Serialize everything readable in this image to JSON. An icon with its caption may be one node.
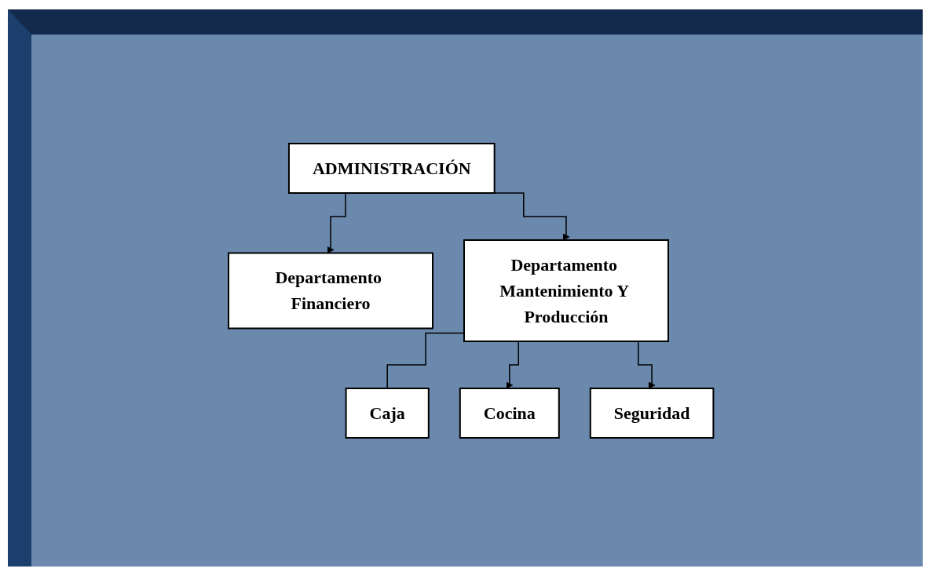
{
  "diagram": {
    "nodes": [
      {
        "text": [
          "ADMINISTRACIÓN"
        ]
      },
      {
        "text": [
          "Departamento Financiero"
        ]
      },
      {
        "text": [
          "Departamento Mantenimiento Y Producción"
        ]
      },
      {
        "text": [
          "Caja"
        ]
      },
      {
        "text": [
          "Cocina"
        ]
      },
      {
        "text": [
          "Seguridad"
        ]
      }
    ],
    "edges": [
      {
        "from": 0,
        "to": 1,
        "arrow": "to"
      },
      {
        "from": 0,
        "to": 2,
        "arrow": "to"
      },
      {
        "from": 2,
        "to": 3,
        "arrow": "none"
      },
      {
        "from": 2,
        "to": 4,
        "arrow": "to"
      },
      {
        "from": 2,
        "to": 5,
        "arrow": "to"
      }
    ]
  }
}
